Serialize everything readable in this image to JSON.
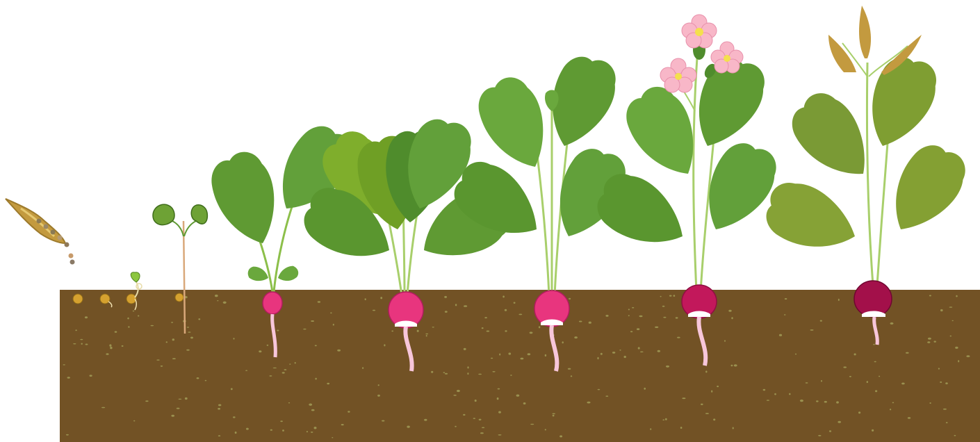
{
  "diagram": {
    "stages": [
      {
        "name": "seed-pod"
      },
      {
        "name": "seeds-in-soil"
      },
      {
        "name": "germinating-seed"
      },
      {
        "name": "seedling"
      },
      {
        "name": "young-plant"
      },
      {
        "name": "leafy-plant"
      },
      {
        "name": "mature-radish"
      },
      {
        "name": "flowering-plant"
      },
      {
        "name": "seeding-plant"
      }
    ],
    "colors": {
      "soil": "#725225",
      "soil_specks": "#a5a05a",
      "leaf": "#5f9a33",
      "leaf_light": "#8cbf4a",
      "radish_young": "#e8357e",
      "radish_mature": "#c2185b",
      "radish_old": "#a3104a",
      "flower": "#f8b7c8",
      "pod": "#c39a3f",
      "seed": "#d5a12f"
    }
  }
}
